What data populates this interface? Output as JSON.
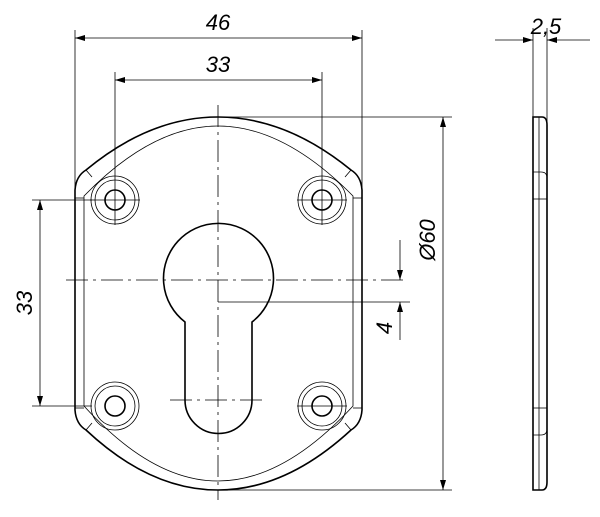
{
  "drawing": {
    "dimensions": {
      "overall_width": "46",
      "hole_spacing_horizontal": "33",
      "hole_spacing_vertical": "33",
      "overall_diameter": "Ø60",
      "keyhole_offset": "4",
      "thickness": "2,5"
    },
    "line_color": "#000000",
    "background": "#ffffff"
  }
}
